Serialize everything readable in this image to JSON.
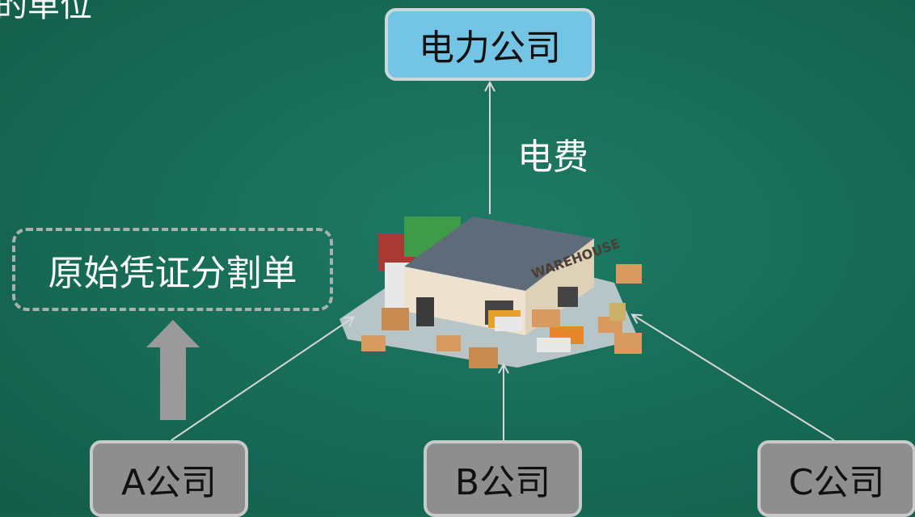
{
  "diagram": {
    "top_node": "电力公司",
    "fee_label": "电费",
    "voucher_label": "原始凭证分割单",
    "warehouse_sign": "WAREHOUSE",
    "companies": [
      "A公司",
      "B公司",
      "C公司"
    ]
  },
  "colors": {
    "background": "#176b55",
    "power_box": "#74c4e6",
    "company_box": "#8e8e8e",
    "arrow_gray": "#9a9a9a"
  }
}
